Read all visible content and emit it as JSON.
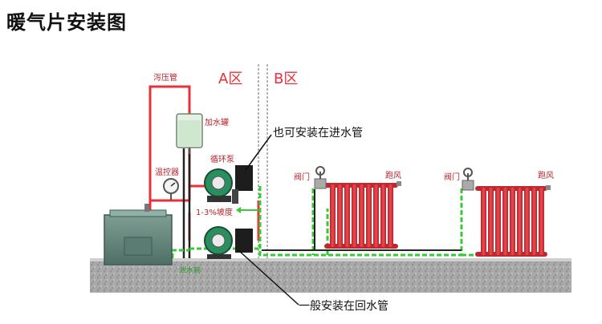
{
  "title": "暖气片安装图",
  "zones": {
    "a": "A区",
    "b": "B区"
  },
  "labels": {
    "expansion_pipe": "泻压管",
    "water_tank": "加水罐",
    "pump": "循环泵",
    "thermostat": "温控器",
    "slope": "1-3%坡度",
    "drain": "泄水管",
    "valve_1": "阀门",
    "vent_1": "跑风",
    "valve_2": "阀门",
    "vent_2": "跑风"
  },
  "callouts": {
    "top": "也可安装在进水管",
    "bottom": "一般安装在回水管"
  },
  "colors": {
    "supply": "#e8303a",
    "return": "#33cc33",
    "radiator": "#d9363e",
    "ground": "#a7a7a7"
  }
}
